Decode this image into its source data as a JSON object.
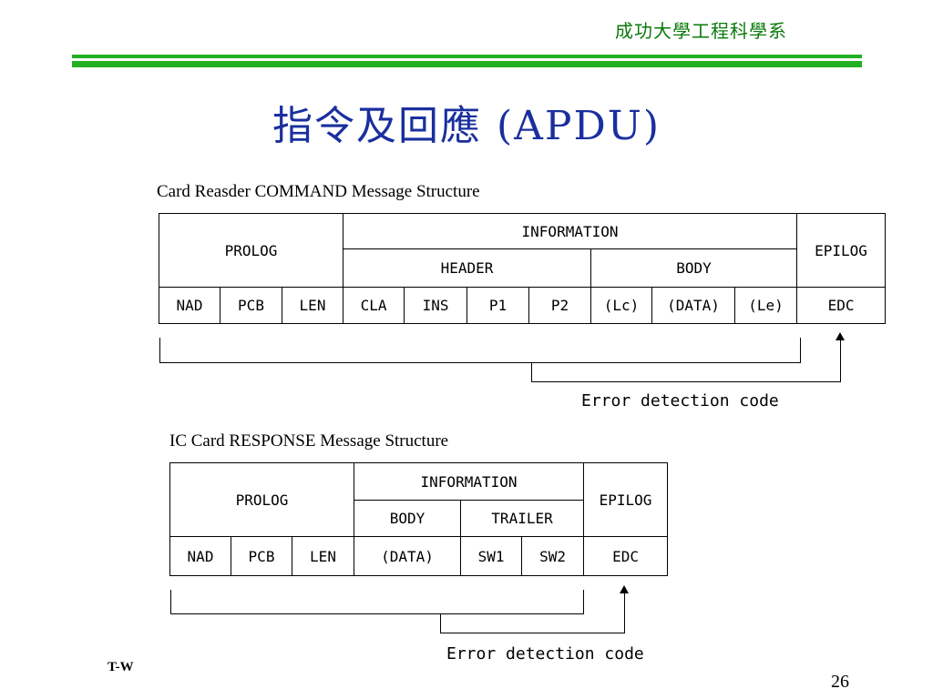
{
  "header": {
    "department": "成功大學工程科學系"
  },
  "slide": {
    "title": "指令及回應 (APDU)"
  },
  "command": {
    "caption": "Card Reasder COMMAND Message Structure",
    "prolog": "PROLOG",
    "information": "INFORMATION",
    "header": "HEADER",
    "body": "BODY",
    "epilog": "EPILOG",
    "fields": [
      "NAD",
      "PCB",
      "LEN",
      "CLA",
      "INS",
      "P1",
      "P2",
      "(Lc)",
      "(DATA)",
      "(Le)",
      "EDC"
    ],
    "edc_label": "Error detection code"
  },
  "response": {
    "caption": "IC Card RESPONSE Message Structure",
    "prolog": "PROLOG",
    "information": "INFORMATION",
    "body": "BODY",
    "trailer": "TRAILER",
    "epilog": "EPILOG",
    "fields": [
      "NAD",
      "PCB",
      "LEN",
      "(DATA)",
      "SW1",
      "SW2",
      "EDC"
    ],
    "edc_label": "Error detection code"
  },
  "footer": {
    "left_text": "T-W",
    "page_number": "26"
  }
}
